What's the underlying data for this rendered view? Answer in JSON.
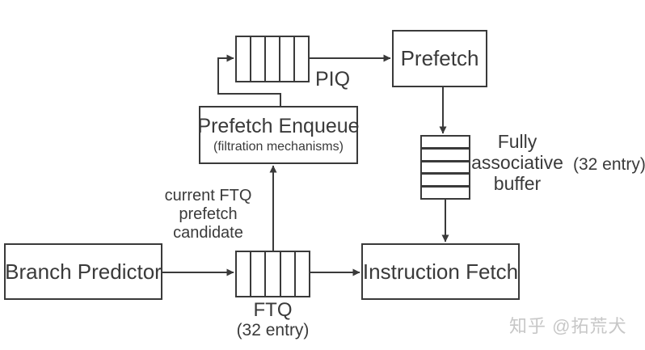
{
  "colors": {
    "stroke": "#3a3a3a",
    "text": "#3a3a3a",
    "watermark": "#c7c7c7",
    "background": "#ffffff"
  },
  "boxes": {
    "branch_predictor": {
      "label": "Branch Predictor"
    },
    "instruction_fetch": {
      "label": "Instruction Fetch"
    },
    "prefetch": {
      "label": "Prefetch"
    },
    "prefetch_enqueue": {
      "label": "Prefetch Enqueue",
      "sublabel": "(filtration mechanisms)"
    }
  },
  "queues": {
    "piq": {
      "label": "PIQ",
      "cells": 5
    },
    "ftq": {
      "label": "FTQ",
      "entry_label": "(32 entry)",
      "cells": 5
    },
    "fully_associative_buffer": {
      "label_lines": {
        "0": "Fully",
        "1": "associative",
        "2": "buffer"
      },
      "entry_label": "(32 entry)",
      "cells": 5
    }
  },
  "annotations": {
    "ftq_prefetch_candidate": {
      "lines": {
        "0": "current FTQ",
        "1": "prefetch",
        "2": "candidate"
      }
    }
  },
  "watermark": {
    "text": "知乎 @拓荒犬"
  }
}
